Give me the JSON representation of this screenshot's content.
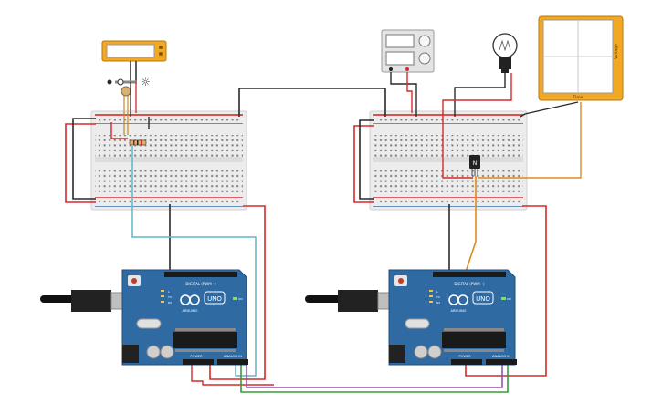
{
  "left_arduino": {
    "brand_label": "UNO",
    "maker_label": "ARDUINO",
    "digital_label": "DIGITAL (PWM~)",
    "power_label": "POWER",
    "analog_label": "ANALOG IN",
    "tx_label": "TX",
    "rx_label": "RX",
    "l_label": "L",
    "on_label": "ON"
  },
  "right_arduino": {
    "brand_label": "UNO",
    "maker_label": "ARDUINO",
    "digital_label": "DIGITAL (PWM~)",
    "power_label": "POWER",
    "analog_label": "ANALOG IN",
    "tx_label": "TX",
    "rx_label": "RX",
    "l_label": "L",
    "on_label": "ON"
  },
  "transistor": {
    "label": "N"
  },
  "oscilloscope": {
    "bottom_label": "Time",
    "side_label": "Voltage"
  },
  "light_meter": {
    "sun_symbol": "☼"
  },
  "colors": {
    "wire_red": "#d62a2a",
    "wire_black": "#2a2a2a",
    "wire_cyan": "#5bb8c9",
    "wire_orange": "#e08a1e",
    "wire_green": "#3a9b3a",
    "wire_purple": "#9b4fb0",
    "board_blue": "#2f6aa3",
    "breadboard": "#e9e9e9",
    "scope_frame": "#f2a823"
  }
}
